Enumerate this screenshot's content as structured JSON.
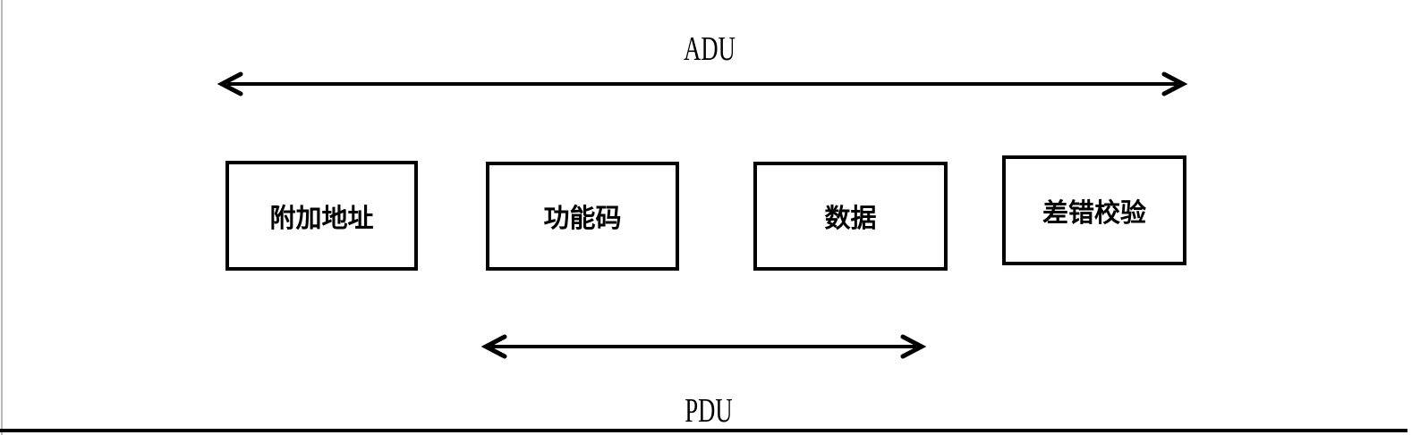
{
  "diagram": {
    "adu_label": "ADU",
    "pdu_label": "PDU",
    "fields": [
      {
        "label": "附加地址"
      },
      {
        "label": "功能码"
      },
      {
        "label": "数据"
      },
      {
        "label": "差错校验"
      }
    ],
    "colors": {
      "stroke": "#000000",
      "text": "#000000",
      "background": "#ffffff",
      "page_edge_gray": "#b7babd"
    }
  }
}
